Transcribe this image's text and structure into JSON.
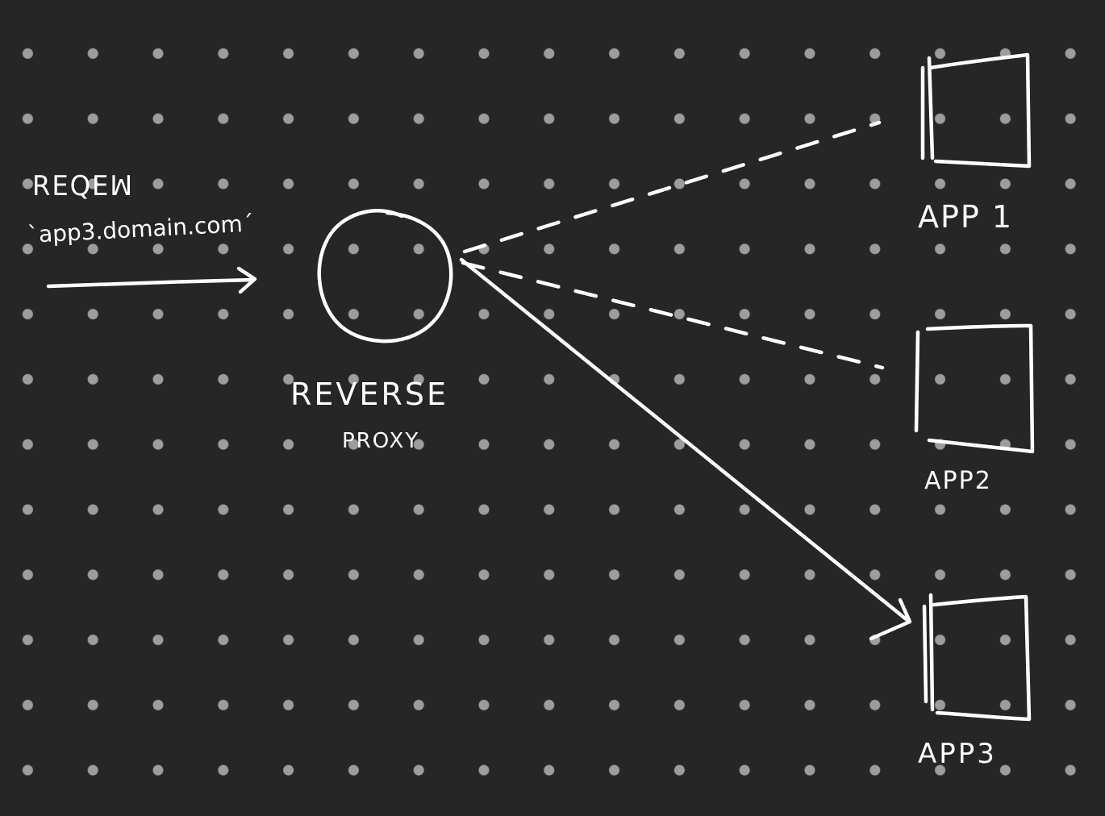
{
  "labels": {
    "request": "REQEꟽ",
    "host": "`app3.domain.com´",
    "proxy_line1": "REVERSE",
    "proxy_line2": "PROXY",
    "app1": "APP 1",
    "app2": "APP2",
    "app3": "APP3"
  },
  "colors": {
    "background": "#262626",
    "dots": "#9d9d9d",
    "ink": "#ffffff"
  },
  "connections": [
    {
      "from": "reverse-proxy",
      "to": "app1",
      "style": "dashed"
    },
    {
      "from": "reverse-proxy",
      "to": "app2",
      "style": "dashed"
    },
    {
      "from": "reverse-proxy",
      "to": "app3",
      "style": "solid-arrow"
    }
  ]
}
